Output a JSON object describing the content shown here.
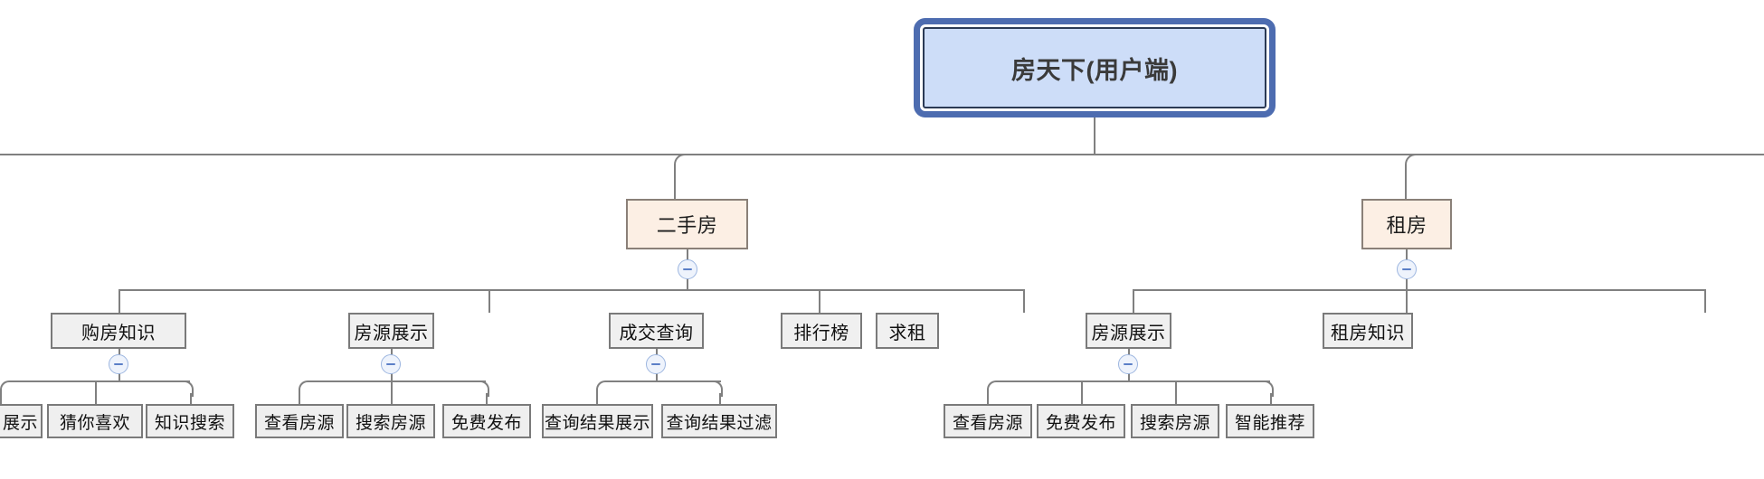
{
  "diagram": {
    "type": "mindmap-tree",
    "title": "房天下(用户端)",
    "colors": {
      "root_fill": "#cdddf8",
      "root_outer_border": "#4d6cb0",
      "root_inner_border": "#2b3a55",
      "level2_fill": "#fcefe4",
      "level2_border": "#8a8078",
      "node_fill": "#f0f0f0",
      "node_border": "#7a7a7a",
      "connector": "#808080",
      "toggle_fill": "#eef3fc",
      "toggle_border": "#9db6e0",
      "toggle_glyph": "#5b7fc7"
    },
    "toggle_icon": "collapse-minus-icon",
    "root": {
      "label": "房天下(用户端)"
    },
    "branches": [
      {
        "label": "二手房",
        "children": [
          {
            "label": "购房知识",
            "children": [
              {
                "label": "展示"
              },
              {
                "label": "猜你喜欢"
              },
              {
                "label": "知识搜索"
              }
            ]
          },
          {
            "label": "房源展示",
            "children": [
              {
                "label": "查看房源"
              },
              {
                "label": "搜索房源"
              },
              {
                "label": "免费发布"
              }
            ]
          },
          {
            "label": "成交查询",
            "children": [
              {
                "label": "查询结果展示"
              },
              {
                "label": "查询结果过滤"
              }
            ]
          },
          {
            "label": "排行榜",
            "children": []
          }
        ]
      },
      {
        "label": "租房",
        "children": [
          {
            "label": "求租",
            "children": []
          },
          {
            "label": "房源展示",
            "children": [
              {
                "label": "查看房源"
              },
              {
                "label": "免费发布"
              },
              {
                "label": "搜索房源"
              },
              {
                "label": "智能推荐"
              }
            ]
          },
          {
            "label": "租房知识",
            "children": []
          }
        ]
      }
    ]
  }
}
